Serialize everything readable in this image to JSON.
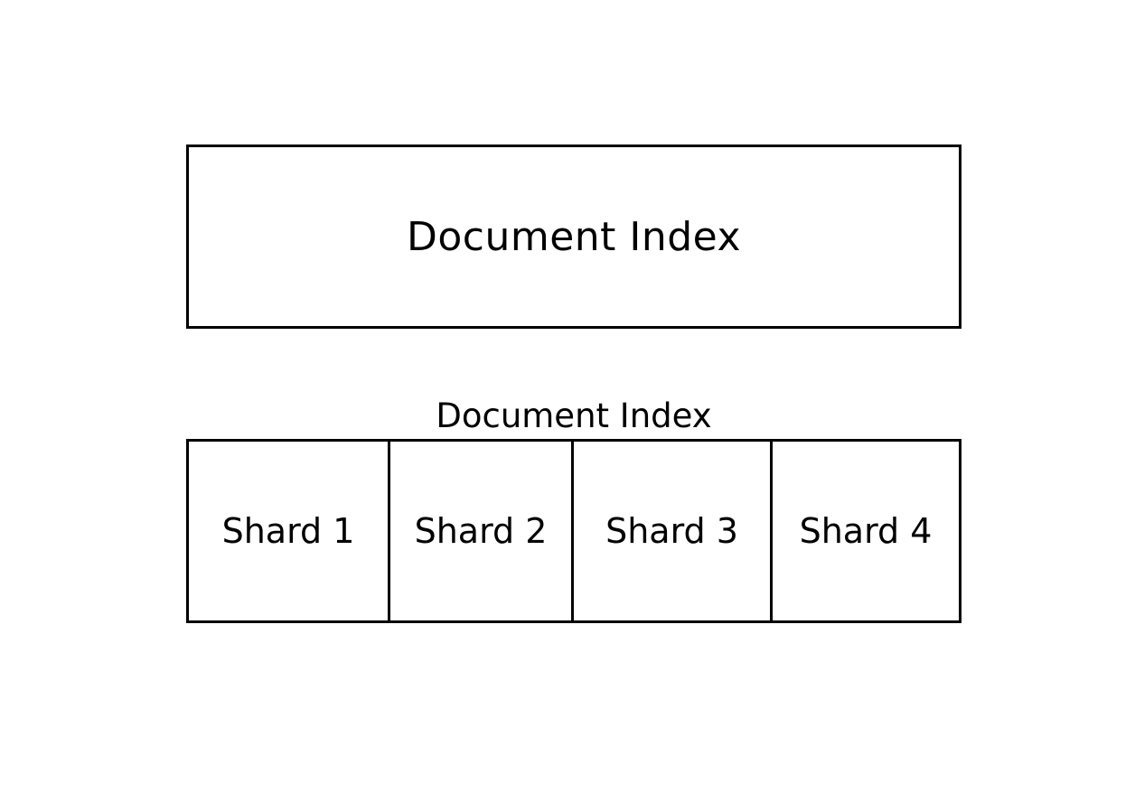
{
  "diagram": {
    "top_box": {
      "label": "Document Index"
    },
    "sharded_box": {
      "caption": "Document Index",
      "shards": [
        {
          "label": "Shard 1"
        },
        {
          "label": "Shard 2"
        },
        {
          "label": "Shard 3"
        },
        {
          "label": "Shard 4"
        }
      ]
    }
  },
  "colors": {
    "stroke": "#000000",
    "background": "#ffffff"
  }
}
